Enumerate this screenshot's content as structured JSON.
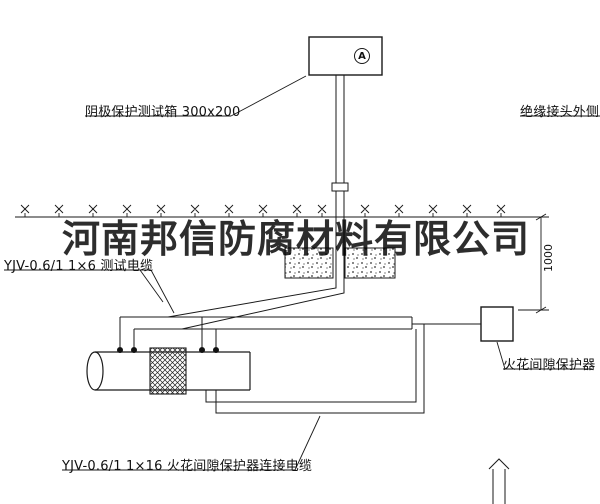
{
  "watermark": {
    "text": "河南邦信防腐材料有限公司"
  },
  "labels": {
    "test_box": "阴极保护测试箱 300x200",
    "insulated_joint_cable": "绝缘接头外侧电缆",
    "test_cable": "YJV-0.6/1 1×6  测试电缆",
    "spark_gap_protector": "火花间隙保护器",
    "protector_cable": "YJV-0.6/1 1×16  火花间隙保护器连接电缆",
    "dimension_1000": "1000",
    "ammeter": "A"
  },
  "colors": {
    "line": "#1a1a1a",
    "background": "#ffffff",
    "watermark": "#000000"
  }
}
